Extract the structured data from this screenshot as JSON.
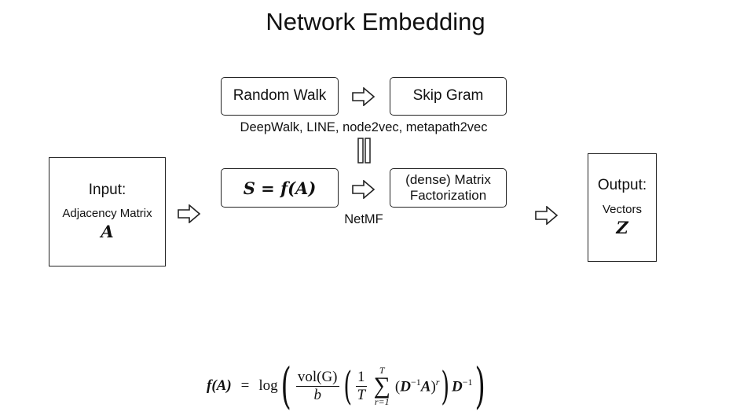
{
  "title": "Network Embedding",
  "input_box": {
    "heading": "Input:",
    "subtitle": "Adjacency Matrix",
    "symbol": "A"
  },
  "output_box": {
    "heading": "Output:",
    "subtitle": "Vectors",
    "symbol": "Z"
  },
  "top_row": {
    "left_box": "Random Walk",
    "right_box": "Skip Gram",
    "caption": "DeepWalk, LINE, node2vec, metapath2vec"
  },
  "bottom_row": {
    "left_box": "S = f(A)",
    "right_box_line1": "(dense) Matrix",
    "right_box_line2": "Factorization",
    "caption": "NetMF"
  },
  "equivalence_symbol": "equals-icon",
  "formula": {
    "lhs": "f(A)",
    "eq": "=",
    "log": "log",
    "frac1_num": "vol(G)",
    "frac1_den": "b",
    "frac2_num": "1",
    "frac2_den": "T",
    "sum_upper": "T",
    "sum_lower": "r=1",
    "sigma": "∑",
    "inner": "D",
    "inner_exp": "−1",
    "inner_a": "A",
    "power": "r",
    "tail": "D",
    "tail_exp": "−1"
  },
  "colors": {
    "stroke": "#222222",
    "text": "#111111",
    "background": "#ffffff"
  }
}
